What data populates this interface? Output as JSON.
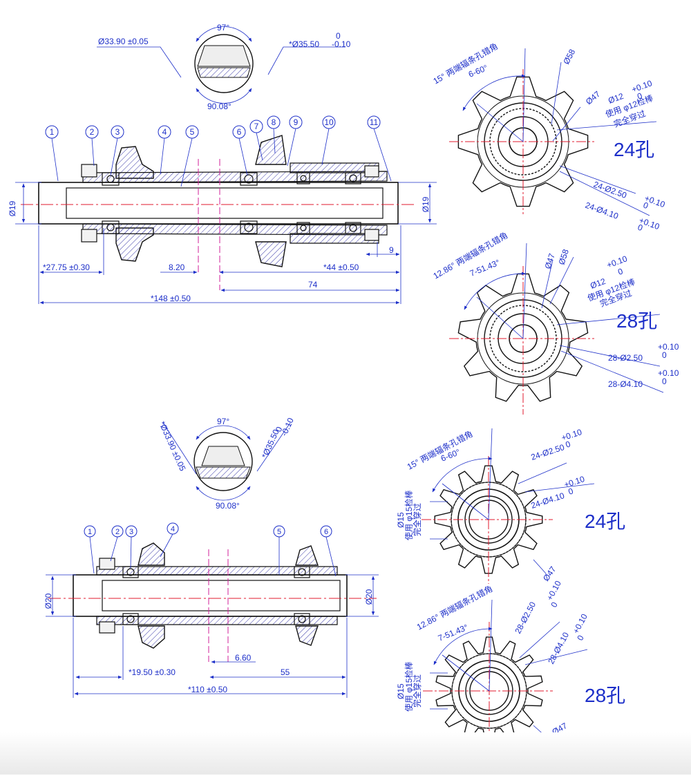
{
  "colors": {
    "ink": "#111111",
    "dim": "#1d2fc9",
    "center": "#e0182d",
    "pink": "#d21f9a",
    "hatch": "#3a3aa8"
  },
  "rear": {
    "parts": [
      "1",
      "2",
      "3",
      "4",
      "5",
      "6",
      "7",
      "8",
      "9",
      "10",
      "11"
    ],
    "detail": {
      "angle_top": "97°",
      "angle_bottom": "90.08°",
      "d1": "Ø33.90 ±0.05",
      "d2": "*Ø35.50",
      "d2_up": "0",
      "d2_low": "-0.10"
    },
    "dims": {
      "left_dia": "Ø19",
      "right_dia": "Ø19",
      "d_left": "*27.75 ±0.30",
      "d_mid": "8.20",
      "d_right": "*44 ±0.50",
      "d_9": "9",
      "d_74": "74",
      "d_total": "*148 ±0.50"
    }
  },
  "front": {
    "parts": [
      "1",
      "2",
      "3",
      "4",
      "5",
      "6"
    ],
    "detail": {
      "angle_top": "97°",
      "angle_bottom": "90.08°",
      "d1": "*Ø33.90 ±0.05",
      "d2": "*Ø35.50",
      "d2_up": "0",
      "d2_low": "-0.10"
    },
    "dims": {
      "left_dia": "Ø20",
      "right_dia": "Ø20",
      "d_left": "*19.50 ±0.30",
      "d_mid": "6.60",
      "d_right": "55",
      "d_total": "*110 ±0.50"
    }
  },
  "flanges": [
    {
      "id": "rear-24",
      "holes": "24孔",
      "stagger": "15° 两端辐条孔错角",
      "angle": "6-60°",
      "d58": "Ø58",
      "d47": "Ø47",
      "rod_a": "Ø12",
      "rod_up": "+0.10",
      "rod_low": "0",
      "rod_b": "使用 φ12检棒",
      "rod_c": "完全穿过",
      "h1": "24-Ø2.50",
      "h1_up": "+0.10",
      "h1_low": "0",
      "h2": "24-Ø4.10",
      "h2_up": "+0.10",
      "h2_low": "0"
    },
    {
      "id": "rear-28",
      "holes": "28孔",
      "stagger": "12.86° 两端辐条孔错角",
      "angle": "7-51.43°",
      "d58": "Ø58",
      "d47": "Ø47",
      "rod_a": "Ø12",
      "rod_up": "+0.10",
      "rod_low": "0",
      "rod_b": "使用 φ12检棒",
      "rod_c": "完全穿过",
      "h1": "28-Ø2.50",
      "h1_up": "+0.10",
      "h1_low": "0",
      "h2": "28-Ø4.10",
      "h2_up": "+0.10",
      "h2_low": "0"
    },
    {
      "id": "front-24",
      "holes": "24孔",
      "stagger": "15° 两端辐条孔错角",
      "angle": "6-60°",
      "d47": "Ø47",
      "rod_a": "Ø15",
      "rod_b": "使用 φ15检棒",
      "rod_c": "完全穿过",
      "h1": "24-Ø2.50",
      "h1_up": "+0.10",
      "h1_low": "0",
      "h2": "24-Ø4.10",
      "h2_up": "+0.10",
      "h2_low": "0"
    },
    {
      "id": "front-28",
      "holes": "28孔",
      "stagger": "12.86° 两端辐条孔错角",
      "angle": "7-51.43°",
      "d47": "Ø47",
      "rod_a": "Ø15",
      "rod_b": "使用 φ15检棒",
      "rod_c": "完全穿过",
      "h1": "28-Ø2.50",
      "h1_up": "+0.10",
      "h1_low": "0",
      "h2": "28-Ø4.10",
      "h2_up": "+0.10",
      "h2_low": "0"
    }
  ]
}
